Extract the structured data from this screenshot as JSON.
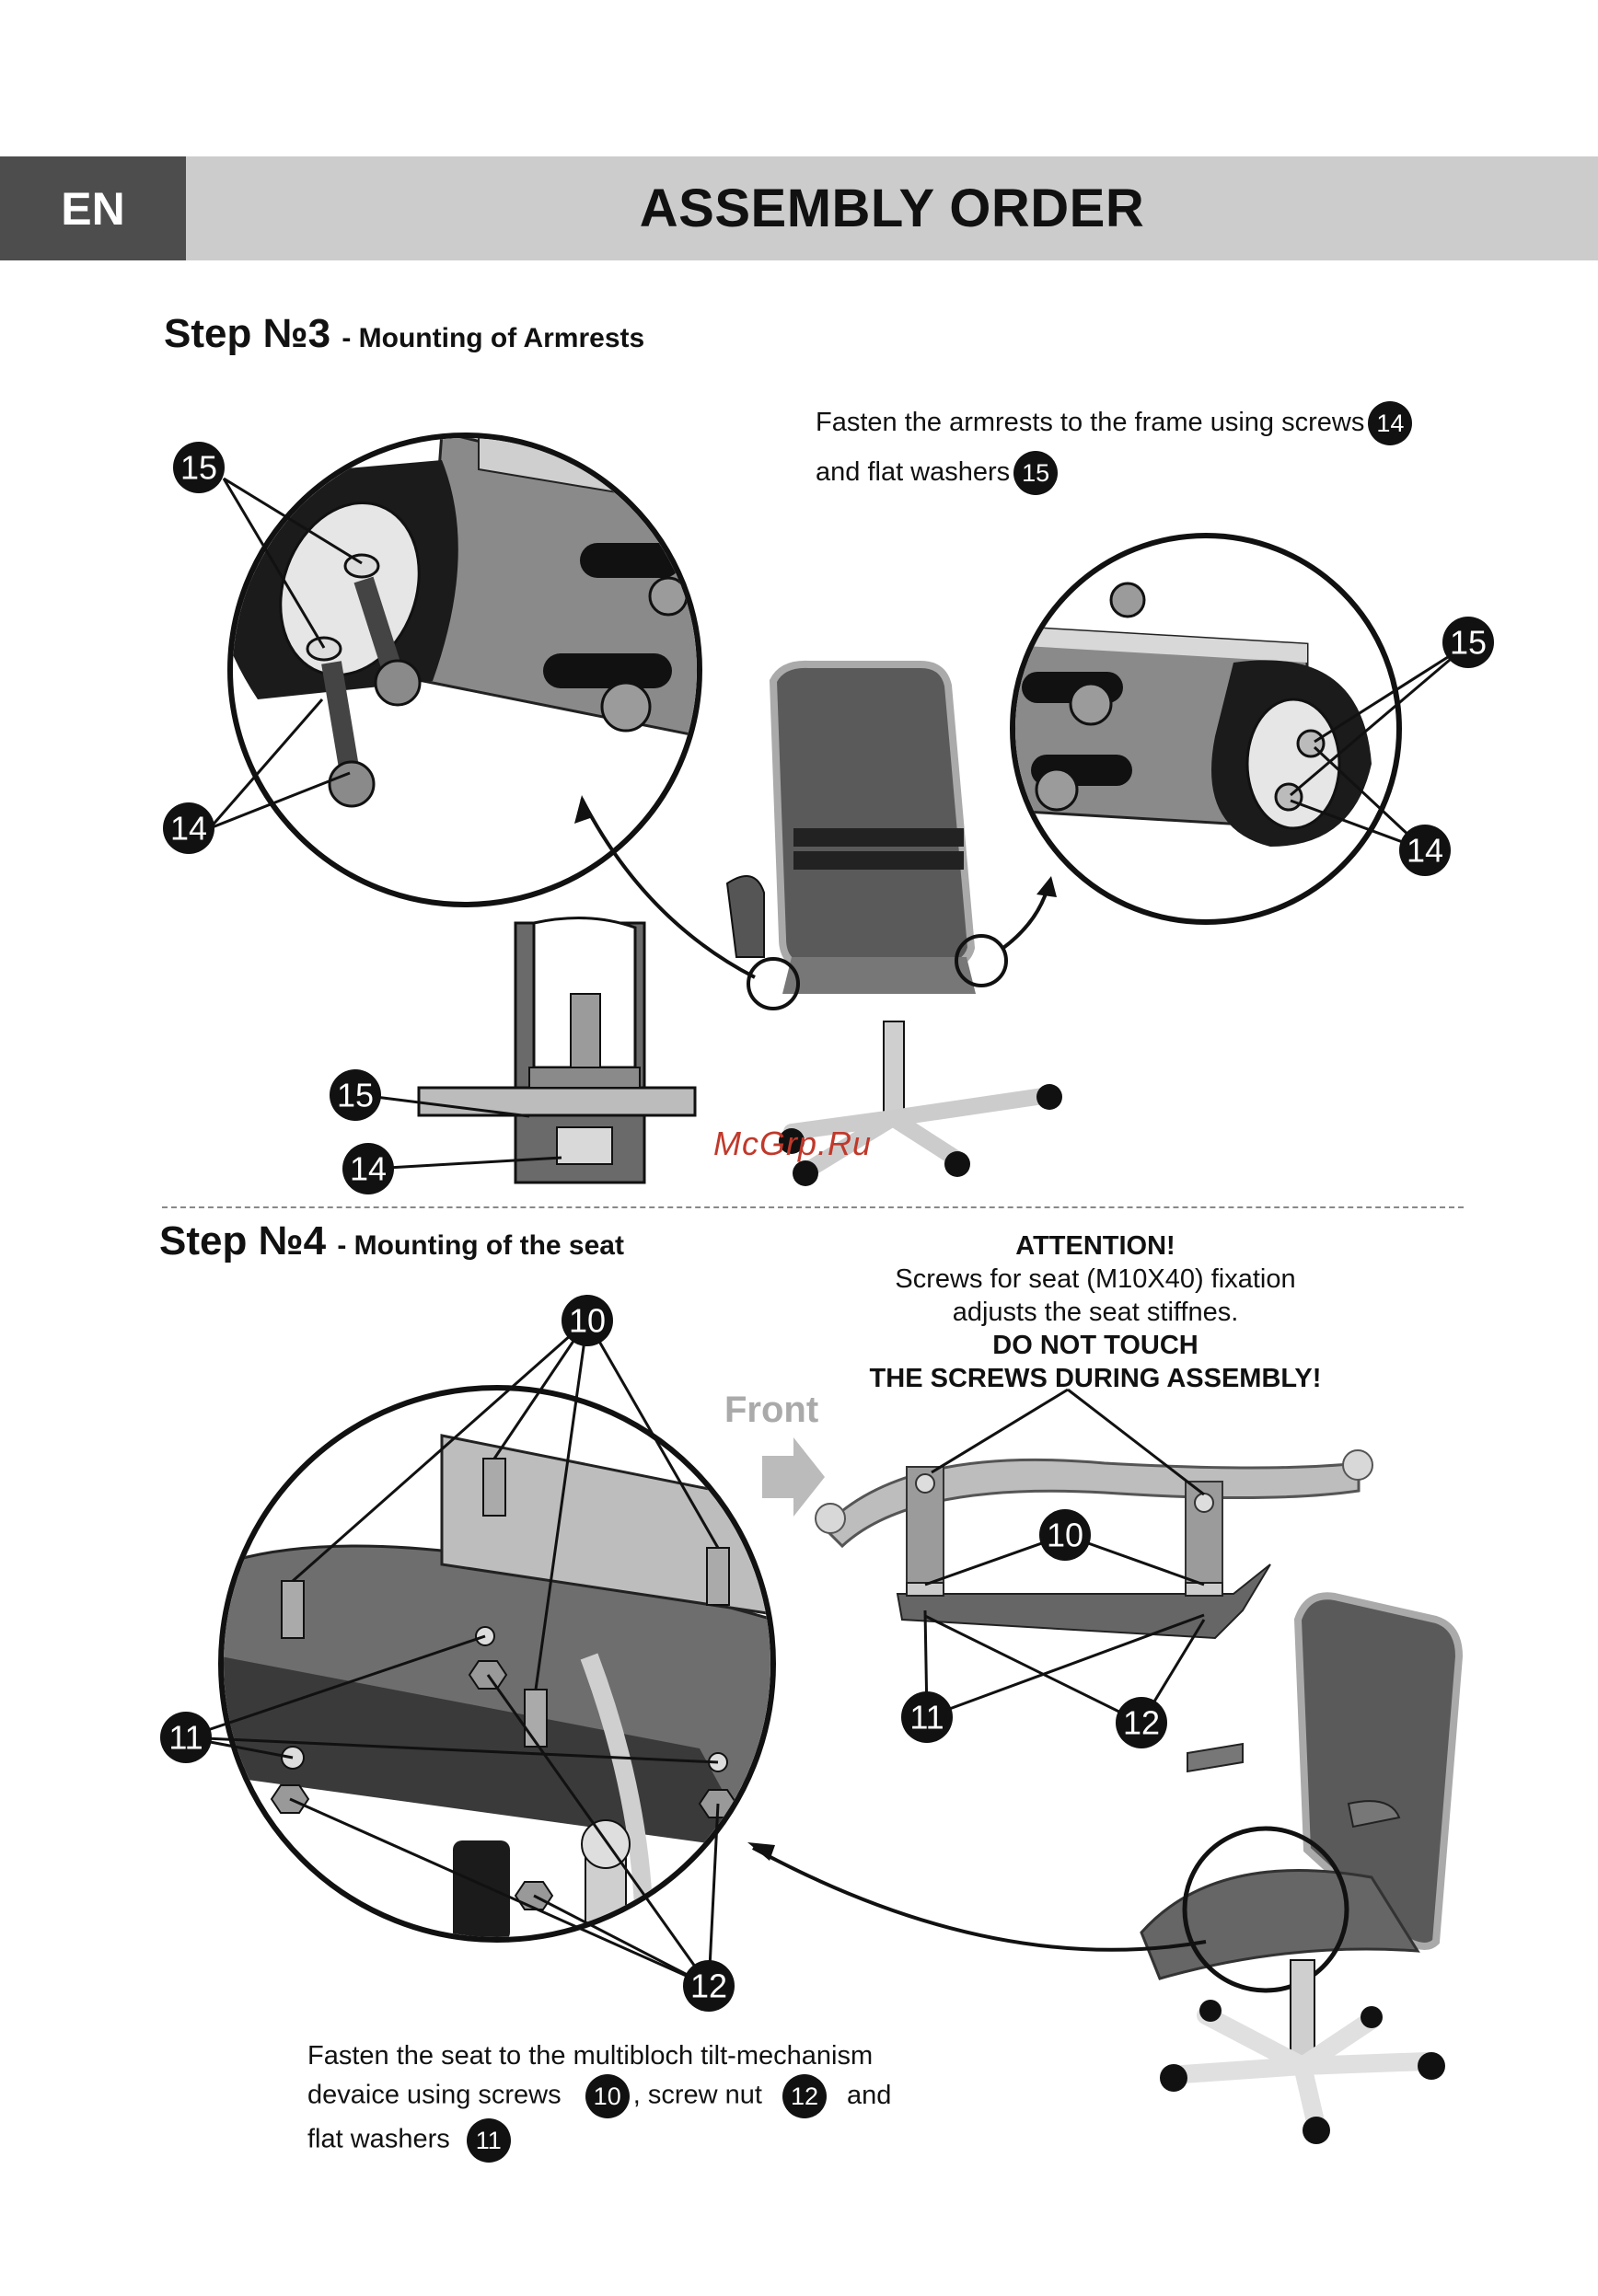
{
  "header": {
    "lang": "EN",
    "title": "ASSEMBLY ORDER"
  },
  "step3": {
    "title": "Step №3",
    "subtitle": "- Mounting of Armrests",
    "instruction_line1": "Fasten the armrests to the frame using screws",
    "instruction_line2": "and flat washers",
    "screw_ref": "14",
    "washer_ref": "15",
    "callouts": [
      "15",
      "14",
      "15",
      "14",
      "15",
      "14"
    ]
  },
  "step4": {
    "title": "Step №4",
    "subtitle": "- Mounting of the seat",
    "attention_title": "ATTENTION!",
    "attention_line1": "Screws for seat (M10X40) fixation",
    "attention_line2": "adjusts the seat stiffnes.",
    "attention_line3": "DO NOT TOUCH",
    "attention_line4": "THE SCREWS DURING ASSEMBLY!",
    "front_label": "Front",
    "instruction_line1": "Fasten the seat to the multibloch tilt-mechanism",
    "instruction_line2a": "devaice using screws",
    "instruction_line2b": ", screw nut",
    "instruction_line2c": "and",
    "instruction_line3": "flat washers",
    "screw_ref": "10",
    "nut_ref": "12",
    "washer_ref": "11",
    "callouts": [
      "10",
      "11",
      "12",
      "10",
      "11",
      "12"
    ]
  },
  "watermark": "McGrp.Ru",
  "colors": {
    "header_band": "#cccccc",
    "lang_box": "#4d4d4d",
    "callout": "#111111",
    "front_label": "#aaaaaa",
    "watermark": "#c0392b"
  }
}
